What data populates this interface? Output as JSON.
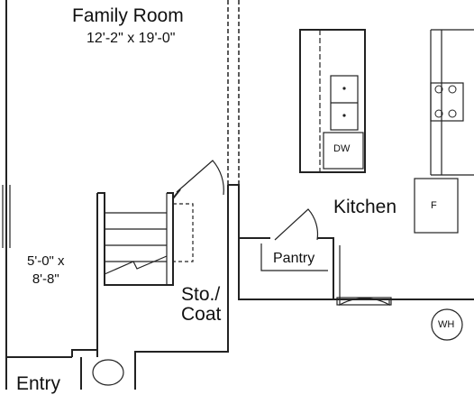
{
  "rooms": {
    "family_room": {
      "name": "Family Room",
      "size": "12'-2\" x 19'-0\""
    },
    "kitchen": {
      "name": "Kitchen"
    },
    "pantry": {
      "name": "Pantry"
    },
    "storage_coat": {
      "line1": "Sto./",
      "line2": "Coat"
    },
    "stairs": {
      "line1": "5'-0\" x",
      "line2": "8'-8\""
    },
    "entry": {
      "name": "Entry"
    }
  },
  "fixtures": {
    "dishwasher": "DW",
    "refrigerator": "F",
    "water_heater": "WH"
  },
  "icons": [
    "sink-icon",
    "cooktop-icon",
    "toilet-icon",
    "door-swing-icon"
  ]
}
